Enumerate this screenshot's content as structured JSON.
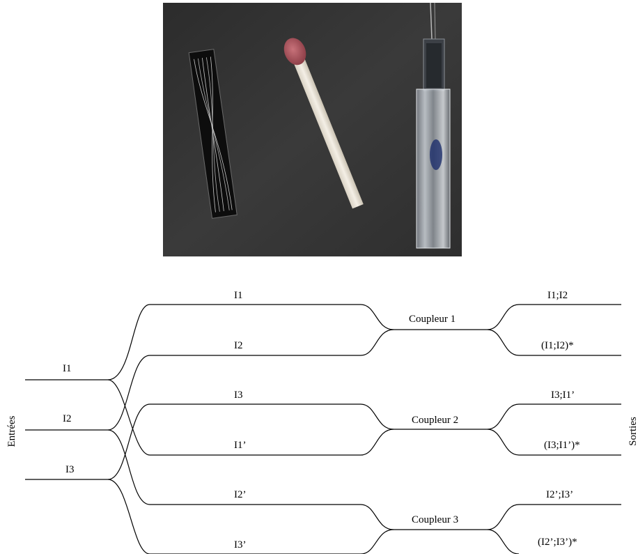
{
  "diagram": {
    "side_labels": {
      "inputs": "Entrées",
      "outputs": "Sorties"
    },
    "inputs": [
      "I1",
      "I2",
      "I3"
    ],
    "branch_labels": [
      "I1",
      "I2",
      "I3",
      "I1’",
      "I2’",
      "I3’"
    ],
    "couplers": [
      {
        "label": "Coupleur 1",
        "outputs": [
          "I1;I2",
          "(I1;I2)*"
        ]
      },
      {
        "label": "Coupleur 2",
        "outputs": [
          "I3;I1’",
          "(I3;I1’)*"
        ]
      },
      {
        "label": "Coupleur 3",
        "outputs": [
          "I2’;I3’",
          "(I2’;I3’)*"
        ]
      }
    ]
  }
}
